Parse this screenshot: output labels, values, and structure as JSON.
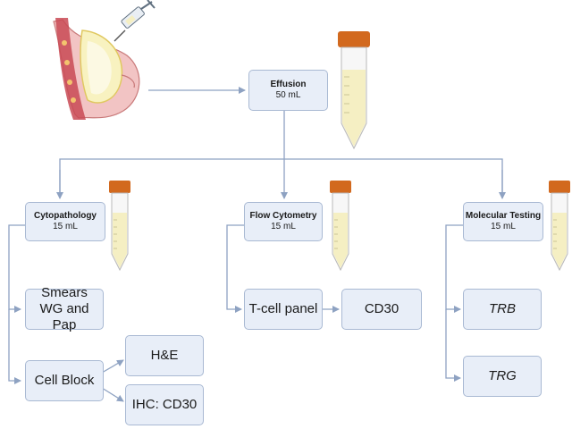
{
  "nodes": {
    "effusion": {
      "title": "Effusion",
      "volume": "50 mL"
    },
    "cytopathology": {
      "title": "Cytopathology",
      "volume": "15 mL"
    },
    "flow_cytometry": {
      "title": "Flow Cytometry",
      "volume": "15 mL"
    },
    "molecular_testing": {
      "title": "Molecular Testing",
      "volume": "15 mL"
    },
    "smears": {
      "label": "Smears WG and Pap"
    },
    "cell_block": {
      "label": "Cell Block"
    },
    "he": {
      "label": "H&E"
    },
    "ihc": {
      "label": "IHC: CD30"
    },
    "tcell_panel": {
      "label": "T-cell panel"
    },
    "cd30": {
      "label": "CD30"
    },
    "trb": {
      "label": "TRB"
    },
    "trg": {
      "label": "TRG"
    }
  },
  "colors": {
    "box_fill": "#e8eef8",
    "box_border": "#a9b9d3",
    "connector": "#8ea2c2",
    "tube_cap": "#d2691e",
    "tube_liquid": "#f5efc3",
    "tissue": "#e8a0a0",
    "implant": "#f8f2c0"
  }
}
